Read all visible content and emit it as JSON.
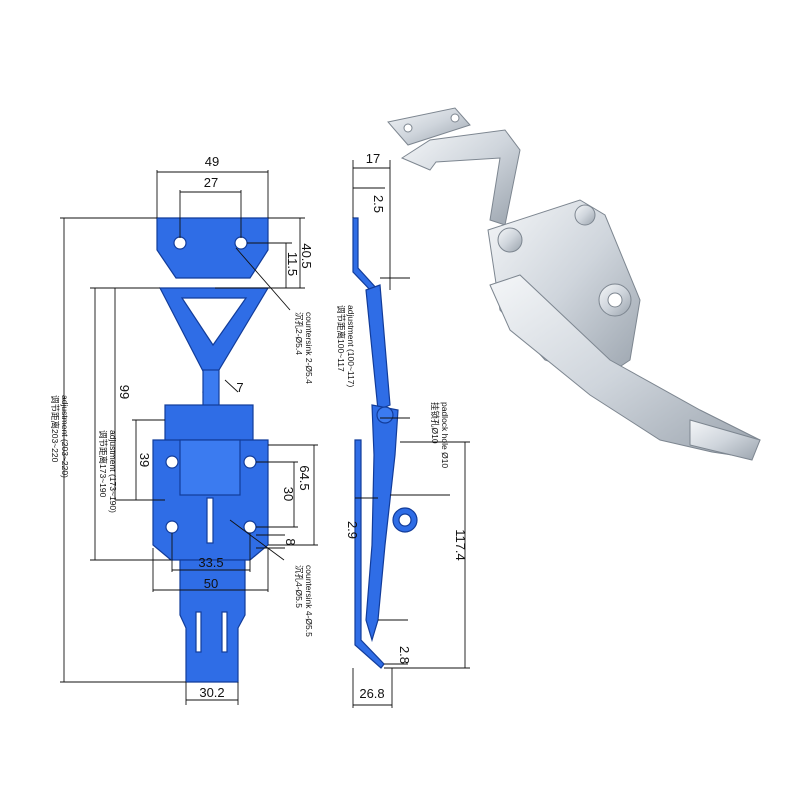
{
  "dimensions": {
    "front": {
      "d49": "49",
      "d27": "27",
      "d40_5": "40.5",
      "d11_5": "11.5",
      "d99": "99",
      "d7": "7",
      "d39": "39",
      "d64_5": "64.5",
      "d30": "30",
      "d8": "8",
      "d33_5": "33.5",
      "d50": "50",
      "d30_2": "30.2"
    },
    "side": {
      "d17": "17",
      "d2_5": "2.5",
      "d2_9": "2.9",
      "d117_4": "117.4",
      "d2_8": "2.8",
      "d26_8": "26.8"
    }
  },
  "annotations": {
    "countersink_top_cn": "沉孔2-Ø5.4",
    "countersink_top_en": "countersink 2-Ø5.4",
    "countersink_bottom_cn": "沉孔4-Ø5.5",
    "countersink_bottom_en": "countersink 4-Ø5.5",
    "adjust_total_cn": "调节距离203~220",
    "adjust_total_en": "adjustment (203~220)",
    "adjust_mid_cn": "调节距离173~190",
    "adjust_mid_en": "adjustment (173~190)",
    "adjust_side_cn": "调节距离100~117",
    "adjust_side_en": "adjustment (100~117)",
    "padlock_cn": "挂锁孔Ø10",
    "padlock_en": "padlock hole Ø10"
  },
  "colors": {
    "part_blue": "#2f6de6",
    "outline": "#123c9a",
    "steel_light": "#e8ebef",
    "steel_dark": "#9aa3ad"
  }
}
